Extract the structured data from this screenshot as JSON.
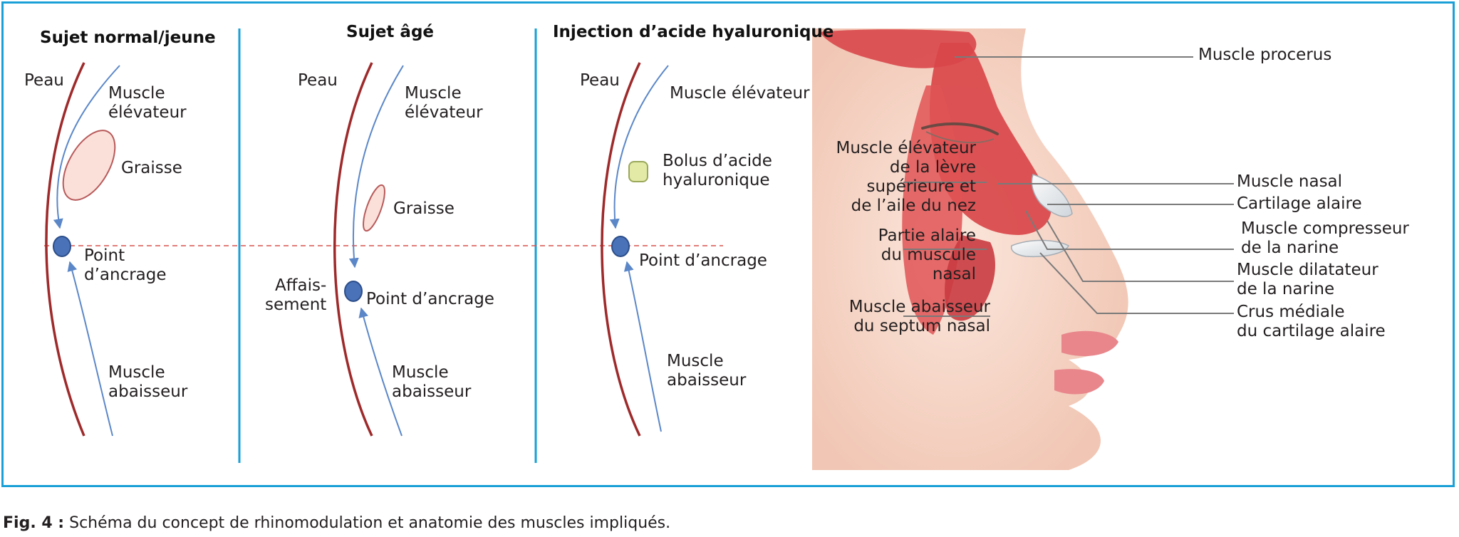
{
  "panels": {
    "normal": {
      "title": "Sujet normal/jeune",
      "peau": "Peau",
      "muscle_elevateur": [
        "Muscle",
        "élévateur"
      ],
      "graisse": "Graisse",
      "point": [
        "Point",
        "d’ancrage"
      ],
      "muscle_abaisseur": [
        "Muscle",
        "abaisseur"
      ]
    },
    "age": {
      "title": "Sujet âgé",
      "peau": "Peau",
      "muscle_elevateur": [
        "Muscle",
        "élévateur"
      ],
      "graisse": "Graisse",
      "affaissement": [
        "Affais-",
        "sement"
      ],
      "point": "Point d’ancrage",
      "muscle_abaisseur": [
        "Muscle",
        "abaisseur"
      ]
    },
    "injection": {
      "title": "Injection d’acide hyaluronique",
      "peau": "Peau",
      "muscle_elevateur": "Muscle élévateur",
      "bolus": [
        "Bolus d’acide",
        "hyaluronique"
      ],
      "point": "Point d’ancrage",
      "muscle_abaisseur": [
        "Muscle",
        "abaisseur"
      ]
    }
  },
  "anatomy": {
    "procerus": "Muscle procerus",
    "elevateur_levre": [
      "Muscle élévateur",
      "de la lèvre",
      "supérieure et",
      "de l’aile du nez"
    ],
    "nasal": "Muscle nasal",
    "cartilage_alaire": "Cartilage alaire",
    "compresseur": [
      "Muscle compresseur",
      "de la narine"
    ],
    "partie_alaire": [
      "Partie alaire",
      "du muscule",
      "nasal"
    ],
    "dilatateur": [
      "Muscle dilatateur",
      "de la narine"
    ],
    "abaisseur_septum": [
      "Muscle abaisseur",
      "du septum nasal"
    ],
    "crus": [
      "Crus médiale",
      "du cartilage alaire"
    ]
  },
  "caption": {
    "label": "Fig. 4 :",
    "text": " Schéma du concept de rhinomodulation et anatomie des muscles impliqués."
  },
  "colors": {
    "frame": "#1aa0d6",
    "skin_line": "#9e2a2b",
    "muscle_arrow": "#5b87c8",
    "anchor_point": "#4a72b8",
    "dashed_line": "#d9534f",
    "muscle_red": "#d9464a"
  }
}
